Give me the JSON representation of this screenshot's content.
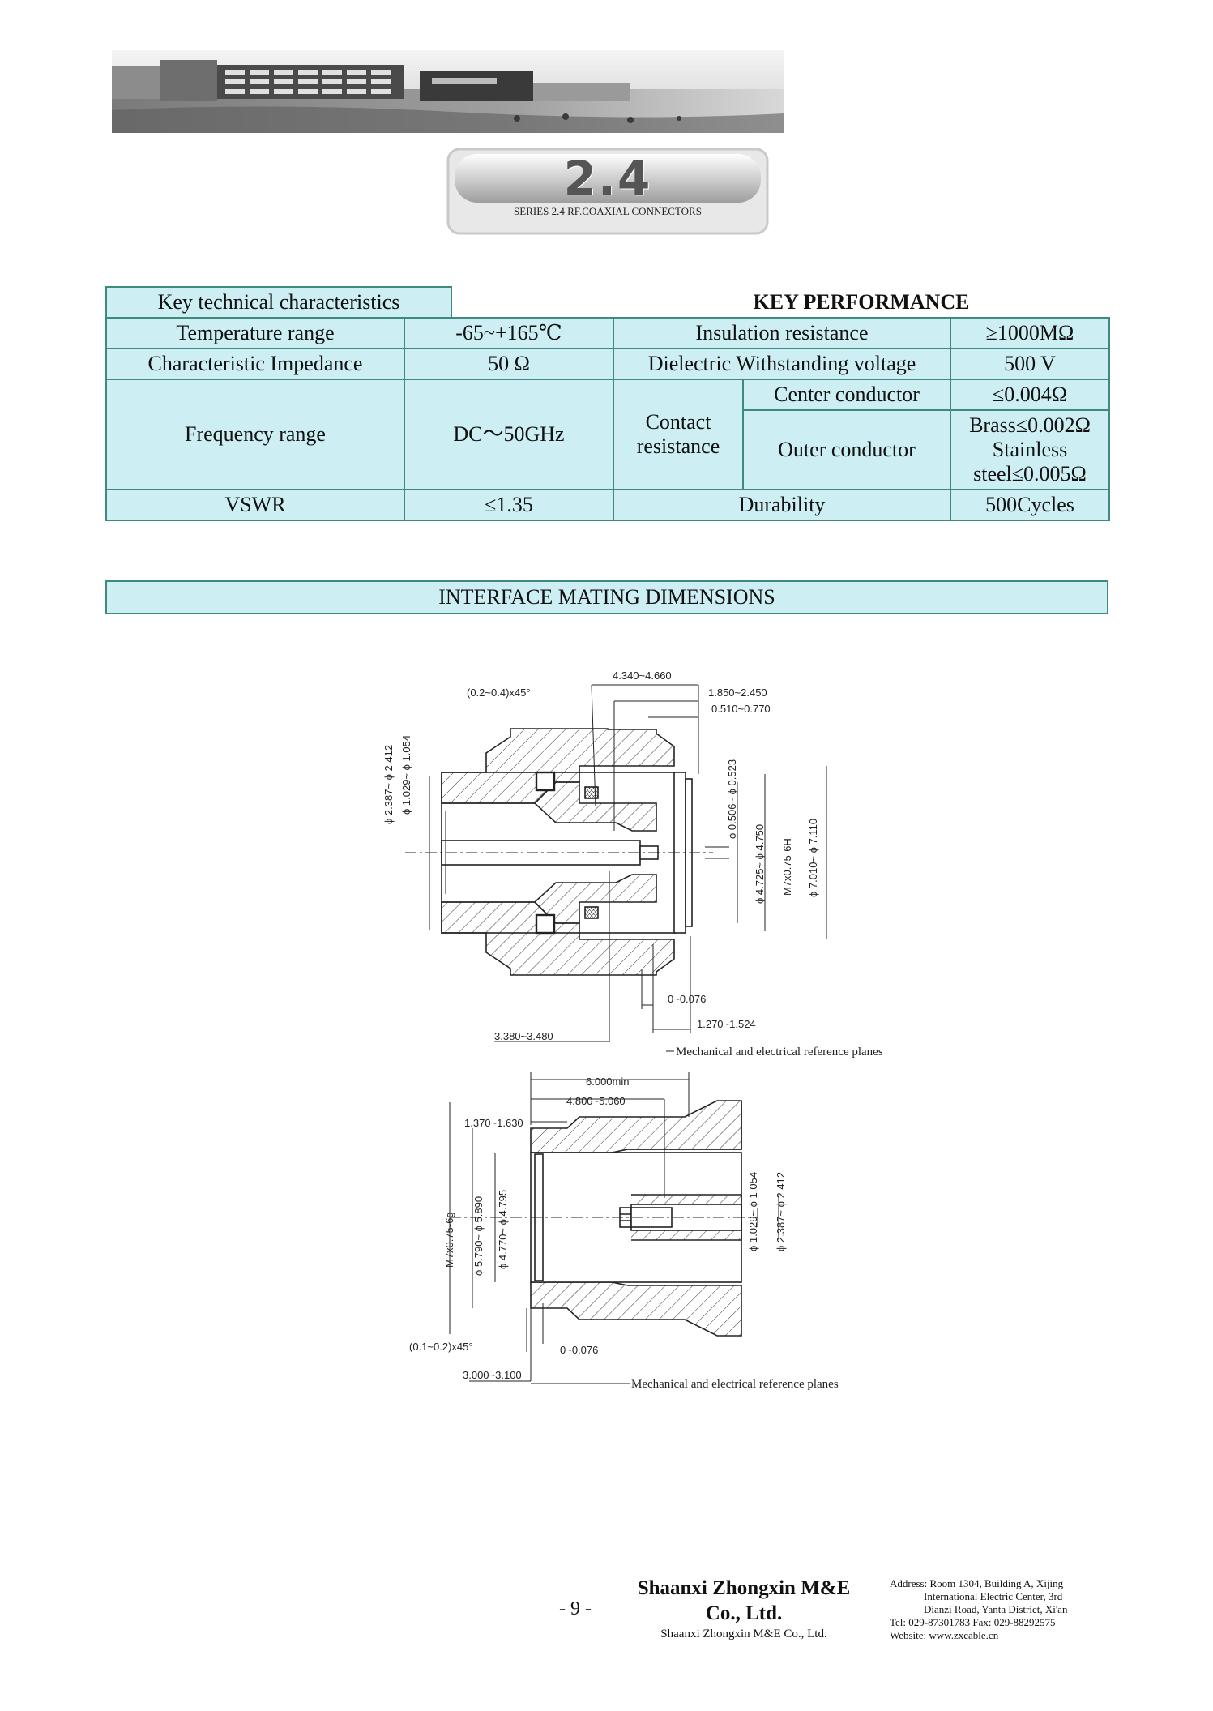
{
  "header": {
    "series_number": "2.4",
    "series_caption": "SERIES 2.4 RF.COAXIAL CONNECTORS"
  },
  "specs": {
    "left_heading": "Key technical characteristics",
    "right_heading": "KEY PERFORMANCE",
    "temperature_label": "Temperature range",
    "temperature_value": "-65~+165℃",
    "insulation_label": "Insulation resistance",
    "insulation_value": "≥1000MΩ",
    "impedance_label": "Characteristic Impedance",
    "impedance_value": "50 Ω",
    "dielectric_label": "Dielectric Withstanding voltage",
    "dielectric_value": "500 V",
    "frequency_label": "Frequency range",
    "frequency_value": "DC～50GHz",
    "contact_label": "Contact resistance",
    "center_label": "Center conductor",
    "center_value": "≤0.004Ω",
    "outer_label": "Outer conductor",
    "outer_value_brass": "Brass≤0.002Ω",
    "outer_value_steel": "Stainless steel≤0.005Ω",
    "vswr_label": "VSWR",
    "vswr_value": "≤1.35",
    "durability_label": "Durability",
    "durability_value": "500Cycles"
  },
  "dimensions": {
    "section_title": "INTERFACE MATING DIMENSIONS",
    "female": {
      "chamfer": "(0.2~0.4)x45°",
      "d_4340": "4.340~4.660",
      "d_1850": "1.850~2.450",
      "d_0510": "0.510~0.770",
      "d_0506": "ϕ 0.506~ ϕ 0.523",
      "d_4725": "ϕ 4.725~ ϕ 4.750",
      "thread": "M7x0.75-6H",
      "d_7010": "ϕ 7.010~ ϕ 7.110",
      "d_2387": "ϕ 2.387~ ϕ 2.412",
      "d_1029": "ϕ 1.029~ ϕ 1.054",
      "d_0076": "0~0.076",
      "d_1270": "1.270~1.524",
      "d_3380": "3.380~3.480",
      "ref_planes": "Mechanical and electrical reference planes"
    },
    "male": {
      "d_6000": "6.000min",
      "d_4800": "4.800~5.060",
      "d_1370": "1.370~1.630",
      "d_1029": "ϕ 1.029~ ϕ 1.054",
      "d_2387": "ϕ 2.387~ ϕ 2.412",
      "thread": "M7x0.75-6g",
      "d_5790": "ϕ 5.790~ ϕ 5.890",
      "d_4770": "ϕ 4.770~ ϕ 4.795",
      "chamfer": "(0.1~0.2)x45°",
      "d_0076": "0~0.076",
      "d_3000": "3.000~3.100",
      "ref_planes": "Mechanical and electrical reference planes"
    }
  },
  "footer": {
    "page_number": "- 9 -",
    "company_line1": "Shaanxi Zhongxin M&E",
    "company_line2": "Co., Ltd.",
    "company_sub": "Shaanxi Zhongxin M&E Co., Ltd.",
    "address_1": "Address: Room 1304, Building A, Xijing",
    "address_2": "International Electric Center, 3rd",
    "address_3": "Dianzi Road, Yanta District, Xi'an",
    "tel_fax": "Tel: 029-87301783    Fax: 029-88292575",
    "website": "Website: www.zxcable.cn"
  }
}
